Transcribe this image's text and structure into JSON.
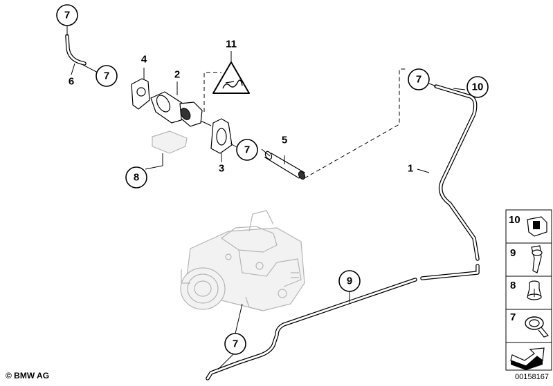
{
  "callouts": {
    "c7_top": "7",
    "c7_hose": "7",
    "c4": "4",
    "c6": "6",
    "c2": "2",
    "c11": "11",
    "c7_bracket": "7",
    "c5": "5",
    "c3": "3",
    "c8": "8",
    "c7_right": "7",
    "c10": "10",
    "c1": "1",
    "c9": "9",
    "c7_bottom": "7"
  },
  "legend": {
    "items": [
      {
        "number": "10",
        "icon": "clip-icon"
      },
      {
        "number": "9",
        "icon": "hose-clip-icon"
      },
      {
        "number": "8",
        "icon": "nut-icon"
      },
      {
        "number": "7",
        "icon": "clamp-icon"
      }
    ],
    "arrow_icon": "direction-arrow-icon"
  },
  "footer": {
    "copyright": "© BMW AG",
    "image_number": "00158167"
  },
  "warning_icon": "warning-triangle-icon"
}
